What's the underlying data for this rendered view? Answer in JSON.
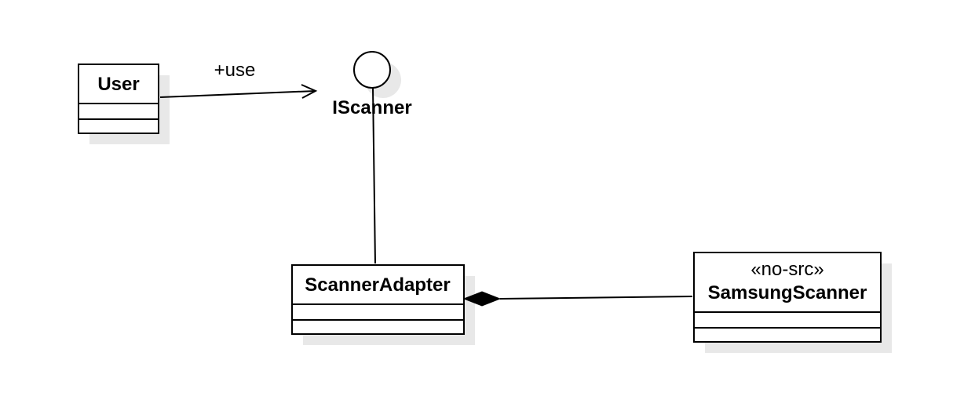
{
  "diagram": {
    "type": "uml-class-diagram",
    "classes": [
      {
        "id": "user",
        "name": "User",
        "stereotype": ""
      },
      {
        "id": "scanner-adapter",
        "name": "ScannerAdapter",
        "stereotype": ""
      },
      {
        "id": "samsung-scanner",
        "name": "SamsungScanner",
        "stereotype": "«no-src»"
      }
    ],
    "interfaces": [
      {
        "id": "iscanner",
        "name": "IScanner"
      }
    ],
    "relations": [
      {
        "id": "use",
        "kind": "dependency",
        "from": "User",
        "to": "IScanner",
        "label": "+use"
      },
      {
        "id": "realization",
        "kind": "interface-realization",
        "from": "ScannerAdapter",
        "to": "IScanner",
        "label": ""
      },
      {
        "id": "composition",
        "kind": "composition",
        "from": "SamsungScanner",
        "to": "ScannerAdapter",
        "label": ""
      }
    ]
  },
  "colors": {
    "stroke": "#000000",
    "fill": "#ffffff",
    "shadow": "#e8e8e8"
  }
}
